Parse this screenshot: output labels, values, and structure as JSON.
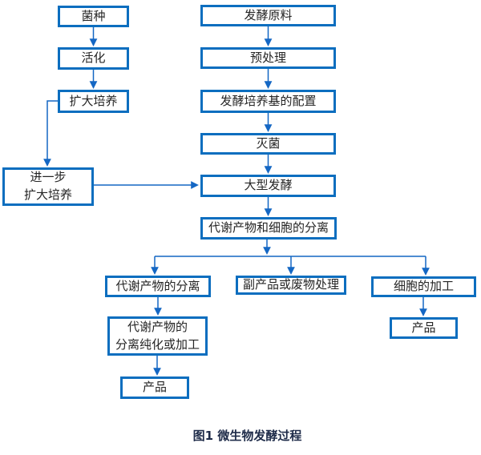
{
  "colors": {
    "accent": "#0c6ebf",
    "line": "#1467c4",
    "text": "#252525",
    "caption": "#1e2b49",
    "bg": "#ffffff"
  },
  "nodes": {
    "strain": "菌种",
    "activation": "活化",
    "expand_culture": "扩大培养",
    "further_expand": "进一步\n扩大培养",
    "raw_material": "发酵原料",
    "pretreatment": "预处理",
    "medium_preparation": "发酵培养基的配置",
    "sterilization": "灭菌",
    "large_fermentation": "大型发酵",
    "metabolite_cell_separation": "代谢产物和细胞的分离",
    "metabolite_separation": "代谢产物的分离",
    "byproduct_waste": "副产品或废物处理",
    "cell_processing": "细胞的加工",
    "purification": "代谢产物的\n分离纯化或加工",
    "product_left": "产品",
    "product_right": "产品"
  },
  "caption": {
    "text": "图1 微生物发酵过程"
  }
}
